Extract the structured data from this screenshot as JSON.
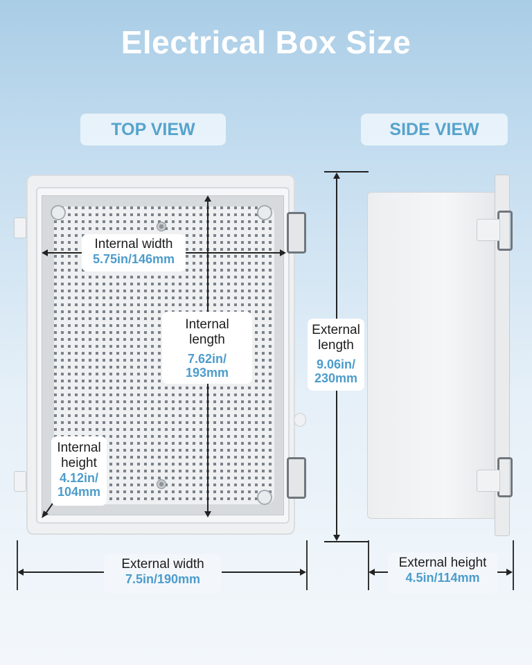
{
  "title": "Electrical Box Size",
  "views": {
    "top": "TOP VIEW",
    "side": "SIDE VIEW"
  },
  "dimensions": {
    "internal_width": {
      "label": "Internal width",
      "value": "5.75in/146mm"
    },
    "internal_length": {
      "label_line1": "Internal",
      "label_line2": "length",
      "value_line1": "7.62in/",
      "value_line2": "193mm"
    },
    "internal_height": {
      "label_line1": "Internal",
      "label_line2": "height",
      "value_line1": "4.12in/",
      "value_line2": "104mm"
    },
    "external_length": {
      "label_line1": "External",
      "label_line2": "length",
      "value_line1": "9.06in/",
      "value_line2": "230mm"
    },
    "external_width": {
      "label": "External width",
      "value": "7.5in/190mm"
    },
    "external_height": {
      "label": "External height",
      "value": "4.5in/114mm"
    }
  },
  "colors": {
    "accent": "#4c9ccb",
    "title": "#ffffff",
    "pill_text": "#56a3cc"
  }
}
